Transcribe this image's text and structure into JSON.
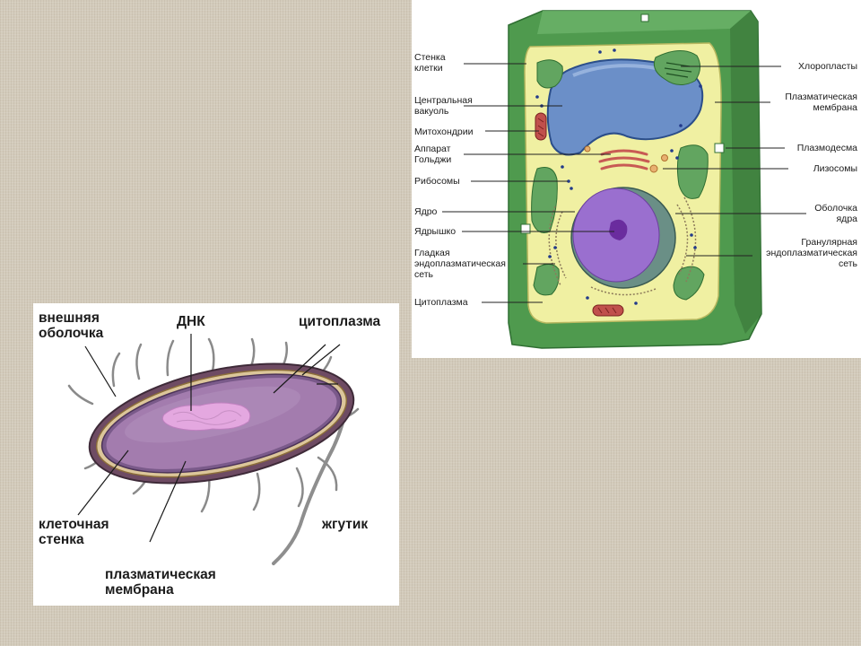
{
  "plant_cell": {
    "labels_left": {
      "cell_wall": [
        "Стенка",
        "клетки"
      ],
      "central_vacuole": [
        "Центральная",
        "вакуоль"
      ],
      "mitochondria": [
        "Митохондрии"
      ],
      "golgi": [
        "Аппарат",
        "Гольджи"
      ],
      "ribosomes": [
        "Рибосомы"
      ],
      "nucleus": [
        "Ядро"
      ],
      "nucleolus": [
        "Ядрышко"
      ],
      "smooth_er": [
        "Гладкая",
        "эндоплазматическая",
        "сеть"
      ],
      "cytoplasm": [
        "Цитоплазма"
      ]
    },
    "labels_right": {
      "chloroplasts": [
        "Хлоропласты"
      ],
      "plasma_membrane": [
        "Плазматическая",
        "мембрана"
      ],
      "plasmodesma": [
        "Плазмодесма"
      ],
      "lysosomes": [
        "Лизосомы"
      ],
      "nuclear_envelope": [
        "Оболочка",
        "ядра"
      ],
      "rough_er": [
        "Гранулярная",
        "эндоплазматическая",
        "сеть"
      ]
    }
  },
  "bacterium": {
    "outer_envelope": [
      "внешняя",
      "оболочка"
    ],
    "dna": [
      "ДНК"
    ],
    "cytoplasm": [
      "цитоплазма"
    ],
    "cell_wall": [
      "клеточная",
      "стенка"
    ],
    "flagellum": [
      "жгутик"
    ],
    "plasma_membrane": [
      "плазматическая",
      "мембрана"
    ]
  },
  "colors": {
    "background": "#d3cbbb",
    "cell_wall_green": "#4f9a4e",
    "cytoplasm_yellow": "#f0f0a2",
    "vacuole_blue": "#6b8fc8",
    "nucleus_purple": "#9a6fcf",
    "bacterium_purple": "#a37cae",
    "dna_pink": "#e4a8e0"
  }
}
